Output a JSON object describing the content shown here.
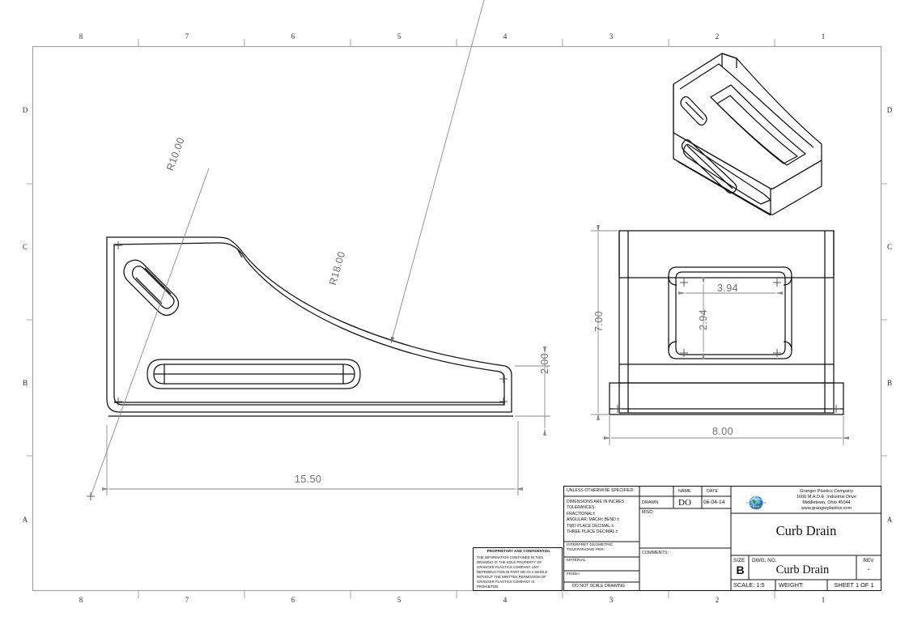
{
  "sheet": {
    "format": "B",
    "zones_horizontal": [
      "8",
      "7",
      "6",
      "5",
      "4",
      "3",
      "2",
      "1"
    ],
    "zones_vertical": [
      "D",
      "C",
      "B",
      "A"
    ],
    "border_color": "#999999",
    "line_color": "#1a1a1a",
    "dim_color": "#7a7a7a"
  },
  "dimensions": {
    "radius_fillet": "R10.00",
    "radius_sweep": "R18.00",
    "overall_length": "15.50",
    "base_thickness": "2.00",
    "front_height": "7.00",
    "front_width": "8.00",
    "pocket_width": "3.94",
    "pocket_height": "2.94"
  },
  "title_block": {
    "unless_specified": "UNLESS OTHERWISE SPECIFIED:",
    "tolerances": "DIMENSIONS ARE IN INCHES\nTOLERANCES:\nFRACTIONAL±\nANGULAR: MACH±     BEND ±\nTWO PLACE DECIMAL    ±\nTHREE PLACE DECIMAL  ±",
    "interpret": "INTERPRET GEOMETRIC\nTOLERANCING PER:",
    "material_label": "MATERIAL",
    "finish_label": "FINISH",
    "do_not_scale": "DO NOT SCALE DRAWING",
    "name_header": "NAME",
    "date_header": "DATE",
    "drawn_label": "DRAWN",
    "drawn_name": "DO",
    "drawn_date": "06-04-14",
    "misc_label": "MISC:",
    "comments_label": "COMMENTS:",
    "part_title": "Curb Drain",
    "size_label": "SIZE",
    "size_value": "B",
    "dwg_no_label": "DWG. NO.",
    "dwg_no_value": "Curb Drain",
    "rev_label": "REV",
    "rev_value": "-",
    "scale_label": "SCALE: 1:5",
    "weight_label": "WEIGHT:",
    "sheet_label": "SHEET 1 OF 1"
  },
  "proprietary": {
    "heading": "PROPRIETARY AND CONFIDENTIAL",
    "body": "THE INFORMATION CONTAINED IN THIS\nDRAWING IS THE SOLE PROPERTY OF\nGRANGER PLASTICS COMPANY.  ANY\nREPRODUCTION IN PART OR AS A WHOLE\nWITHOUT THE WRITTEN PERMISSION OF\nGRANGER PLASTICS COMPANY IS\nPROHIBITED."
  },
  "company": {
    "name": "Granger Plastics Company",
    "address1": "1600 M.A.D.E. Industrial Drive",
    "address2": "Middletown, Ohio 45044",
    "website": "www.grangerplastics.com",
    "logo": "globe-icon"
  }
}
